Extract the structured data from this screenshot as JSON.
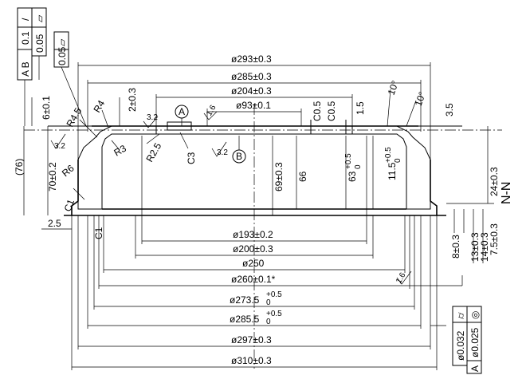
{
  "dims": {
    "d293": "ø293±0.3",
    "d285": "ø285±0.3",
    "d204": "ø204±0.3",
    "d93": "ø93±0.1",
    "d250": "ø250",
    "d193": "ø193±0.2",
    "d200": "ø200±0.3",
    "d260": "ø260±0.1*",
    "d273": "ø273.5",
    "d285b": "ø285.5",
    "d297": "ø297±0.3",
    "d310": "ø310±0.3",
    "tol_plus": "+0.5",
    "tol_zero": "0",
    "h69": "69±0.3",
    "h66": "66",
    "h63": "63",
    "h11_5": "11.5",
    "h70": "70±0.2",
    "h76": "(76)",
    "h24": "24±0.3",
    "h7_5": "7.5±0.3",
    "h14": "14±0.3",
    "h13": "13±0.3",
    "h8": "8±0.3",
    "v6": "6±0.1",
    "v2": "2±0.3",
    "v1_5": "1.5",
    "v3_5": "3.5",
    "v2_5": "2.5",
    "c0_5a": "C0.5",
    "c0_5b": "C0.5",
    "c3": "C3",
    "c1": "C1",
    "c1b": "C1",
    "r4": "R4",
    "r4_5": "R4.5",
    "r3": "R3",
    "r2_5": "R2.5",
    "r6": "R6",
    "ang10a": "10°",
    "ang10b": "10°"
  },
  "roughness": {
    "r32a": "3.2",
    "r32b": "3.2",
    "r32c": "3.2",
    "r16a": "1.6",
    "r16b": "1.6"
  },
  "datums": {
    "a": "A",
    "b": "B"
  },
  "section_label": "N-N",
  "gdt": {
    "top_left": {
      "symbol": "/",
      "tol": "0.1",
      "ref": "A B",
      "flat_tol": "0.05"
    },
    "top2": {
      "tol": "0.05"
    },
    "bottom_right": {
      "cyl_tol": "ø0.032",
      "conc_tol": "ø0.025",
      "ref": "A"
    }
  }
}
